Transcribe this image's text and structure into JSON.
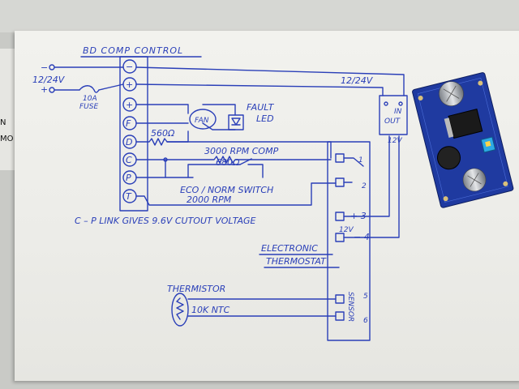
{
  "diagram": {
    "title": "BD COMP CONTROL",
    "supply_label": "12/24V",
    "supply_label_right": "12/24V",
    "fuse_label_1": "10A",
    "fuse_label_2": "FUSE",
    "terminals": [
      "−",
      "+",
      "+",
      "F",
      "D",
      "C",
      "P",
      "T"
    ],
    "fan_label": "FAN",
    "fault_label_1": "FAULT",
    "fault_label_2": "LED",
    "resistor_560": "560Ω",
    "rpm_3000": "3000 RPM COMP",
    "resistor_680": "680Ω",
    "eco_switch": "ECO / NORM SWITCH",
    "rpm_2000": "2000 RPM",
    "link_note": "C – P LINK GIVES 9.6V CUTOUT VOLTAGE",
    "in_label": "IN",
    "out_label": "OUT",
    "v12_label": "12V",
    "pin1": "1",
    "pin2": "2",
    "pin3": "+ 3",
    "pin4": "− 4",
    "v12_pin": "12V",
    "pin5": "5",
    "pin6": "6",
    "sensor_label": "SENSOR",
    "thermostat_1": "ELECTRONIC",
    "thermostat_2": "THERMOSTAT",
    "thermistor": "THERMISTOR",
    "ntc": "10K NTC"
  },
  "background": {
    "left_edge_text_1": "N",
    "left_edge_text_2": "MO"
  },
  "colors": {
    "ink": "#2a3fb8",
    "paper": "#efefeb",
    "pcb": "#1f3aa0"
  }
}
